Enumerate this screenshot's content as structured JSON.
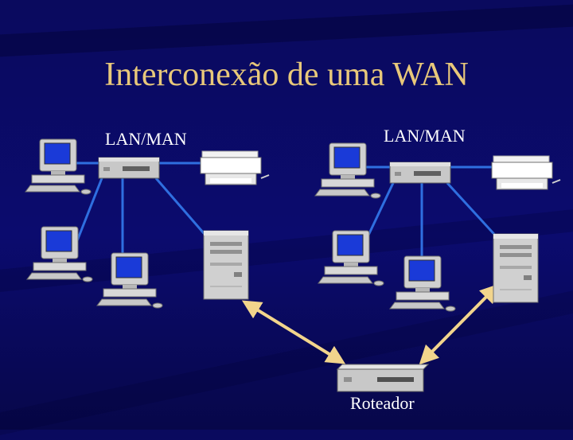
{
  "title": "Interconexão de uma WAN",
  "lan_left_label": "LAN/MAN",
  "lan_right_label": "LAN/MAN",
  "router_label": "Roteador",
  "colors": {
    "link": "#2f6fe0",
    "wan_link": "#f2d58c",
    "title": "#e8c87a",
    "background": "#0a0a5e"
  }
}
